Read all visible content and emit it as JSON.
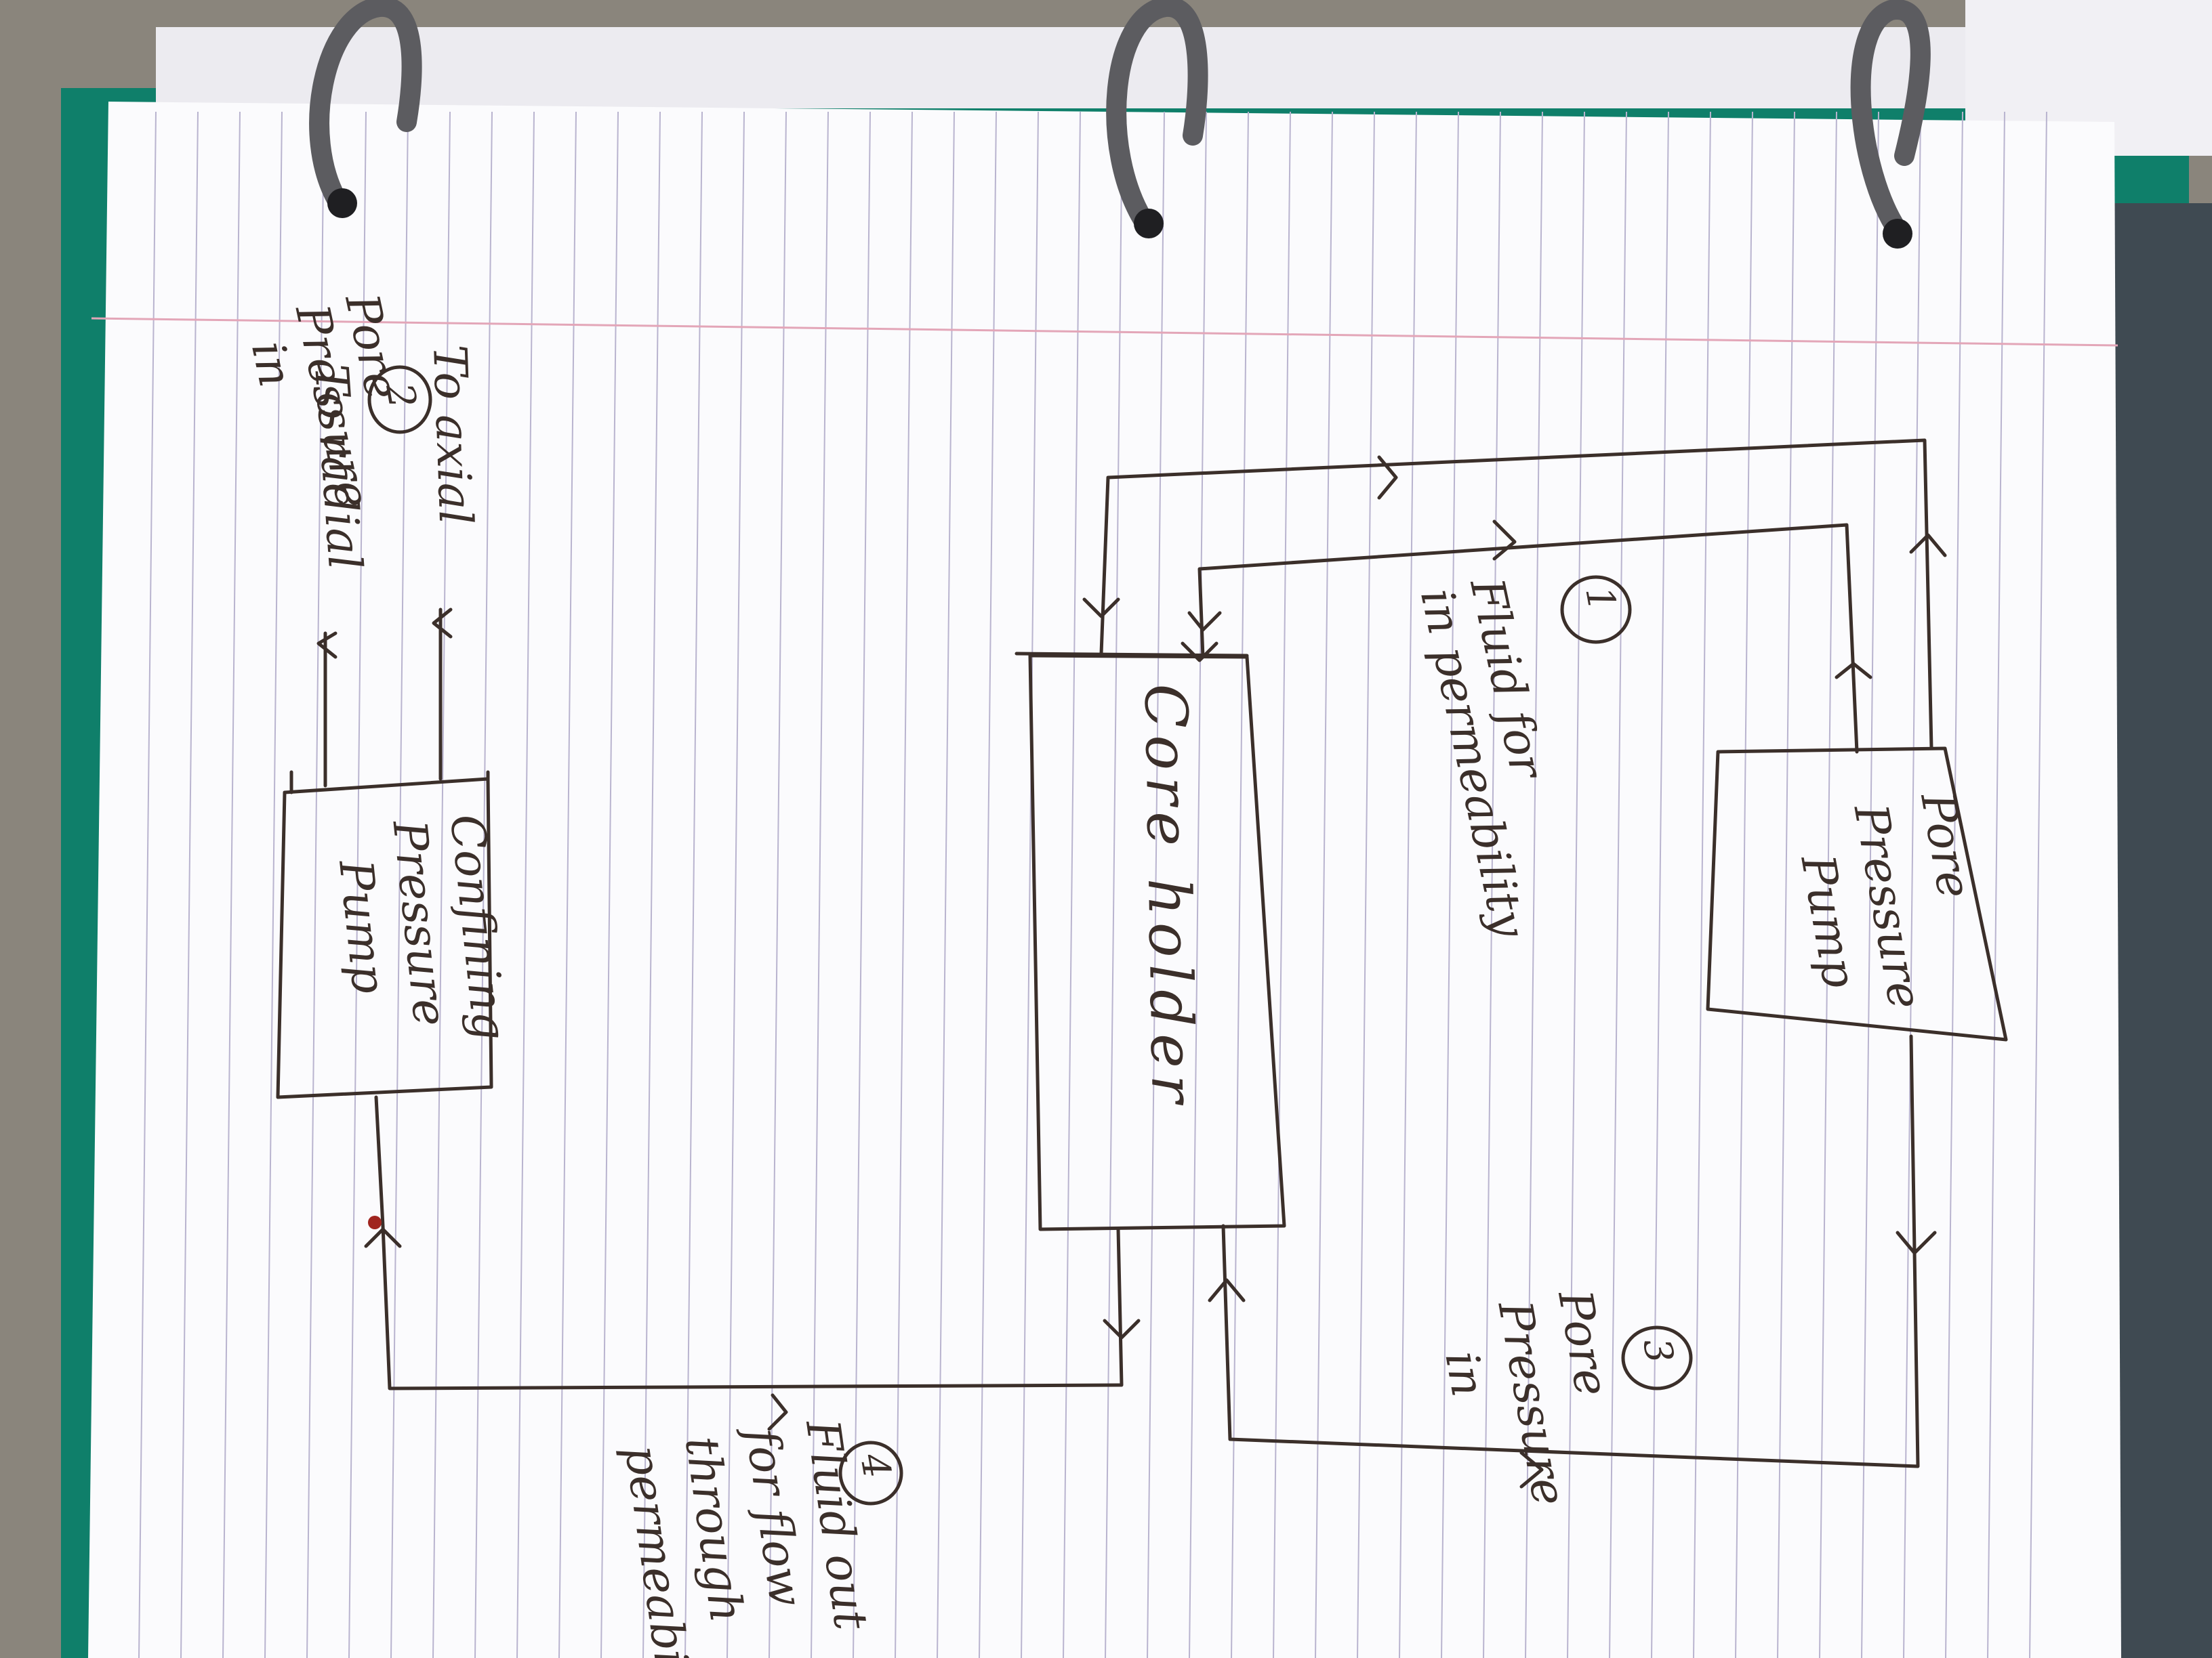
{
  "diagram": {
    "pore_pump": {
      "line1": "Pore",
      "line2": "Pressure",
      "line3": "Pump"
    },
    "core_holder": {
      "label": "Core holder"
    },
    "confining_pump": {
      "line1": "Confining",
      "line2": "Pressure",
      "line3": "Pump"
    },
    "label_1": {
      "number": "1",
      "line1": "Fluid for",
      "line2": "in permeability"
    },
    "label_2": {
      "number": "2",
      "line1": "Pore",
      "line2": "Pressure",
      "line3": "in"
    },
    "label_3": {
      "number": "3",
      "line1": "Pore",
      "line2": "Pressure",
      "line3": "in"
    },
    "label_4": {
      "number": "4",
      "line1": "Fluid out",
      "line2": "for flow",
      "line3": "through",
      "line4": "permeabili"
    },
    "to_axial": {
      "label": "To axial"
    },
    "to_radial": {
      "label": "To radial"
    }
  },
  "colors": {
    "ink": "#3b2f2a",
    "paper": "#fbfbfd",
    "ruled_line": "#b9b4cf",
    "margin_line": "#e3a6b8",
    "binder_green": "#0f7f6a",
    "ring_gray": "#5c5c60",
    "dot_red": "#a0251f"
  }
}
